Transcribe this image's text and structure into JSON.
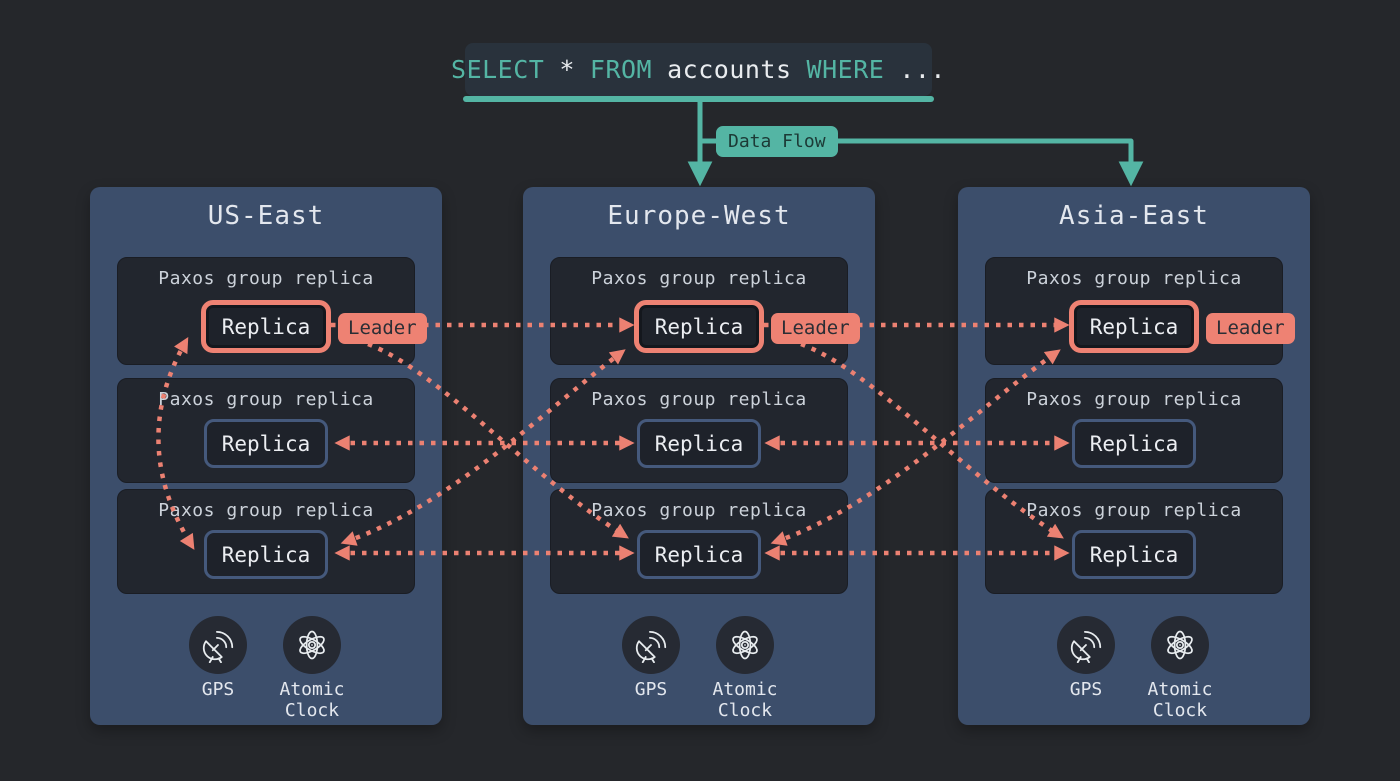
{
  "sql": {
    "tokens": [
      {
        "text": "SELECT",
        "type": "keyword"
      },
      {
        "text": "*",
        "type": "identifier"
      },
      {
        "text": "FROM",
        "type": "keyword"
      },
      {
        "text": "accounts",
        "type": "identifier"
      },
      {
        "text": "WHERE",
        "type": "keyword"
      },
      {
        "text": "...",
        "type": "identifier"
      }
    ]
  },
  "flow": {
    "label": "Data Flow"
  },
  "regions": [
    {
      "title": "US-East",
      "groups": [
        {
          "label": "Paxos group replica",
          "replica": "Replica",
          "leader": "Leader"
        },
        {
          "label": "Paxos group replica",
          "replica": "Replica"
        },
        {
          "label": "Paxos group replica",
          "replica": "Replica"
        }
      ],
      "clocks": {
        "gps": "GPS",
        "atomic": "Atomic Clock"
      }
    },
    {
      "title": "Europe-West",
      "groups": [
        {
          "label": "Paxos group replica",
          "replica": "Replica",
          "leader": "Leader"
        },
        {
          "label": "Paxos group replica",
          "replica": "Replica"
        },
        {
          "label": "Paxos group replica",
          "replica": "Replica"
        }
      ],
      "clocks": {
        "gps": "GPS",
        "atomic": "Atomic Clock"
      }
    },
    {
      "title": "Asia-East",
      "groups": [
        {
          "label": "Paxos group replica",
          "replica": "Replica",
          "leader": "Leader"
        },
        {
          "label": "Paxos group replica",
          "replica": "Replica"
        },
        {
          "label": "Paxos group replica",
          "replica": "Replica"
        }
      ],
      "clocks": {
        "gps": "GPS",
        "atomic": "Atomic Clock"
      }
    }
  ],
  "colors": {
    "background": "#25272b",
    "region": "#3c4e6b",
    "panel": "#22262e",
    "teal_accent": "#54b5a4",
    "salmon_accent": "#ec8172"
  }
}
